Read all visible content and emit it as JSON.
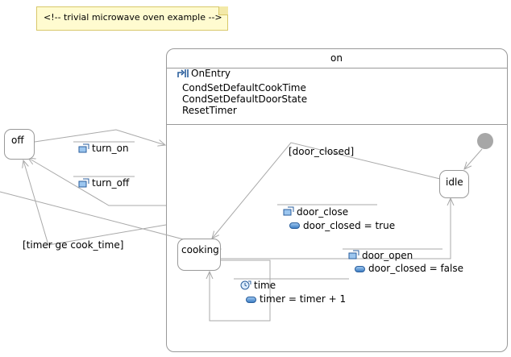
{
  "note": {
    "text": "<!--  trivial microwave oven example -->"
  },
  "states": {
    "off": "off",
    "on": "on",
    "idle": "idle",
    "cooking": "cooking"
  },
  "on_entry": {
    "label": "OnEntry",
    "actions": [
      "CondSetDefaultCookTime",
      "CondSetDefaultDoorState",
      "ResetTimer"
    ]
  },
  "transitions": {
    "turn_on": {
      "event": "turn_on"
    },
    "turn_off": {
      "event": "turn_off"
    },
    "timer_guard": {
      "guard": "[timer ge cook_time]"
    },
    "door_closed_guard": {
      "guard": "[door_closed]"
    },
    "door_close": {
      "event": "door_close",
      "action": "door_closed = true"
    },
    "door_open": {
      "event": "door_open",
      "action": "door_closed = false"
    },
    "time": {
      "event": "time",
      "action": "timer = timer + 1"
    }
  },
  "colors": {
    "border": "#999999",
    "wire": "#a9a9a9",
    "note_fill": "#fffbd0",
    "action_pill": "#3f7fc4",
    "initial_dot": "#a7a7a7"
  }
}
